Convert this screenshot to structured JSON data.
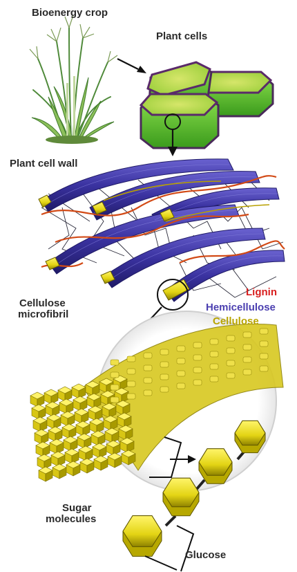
{
  "labels": {
    "bioenergy_crop": "Bioenergy crop",
    "plant_cells": "Plant cells",
    "plant_cell_wall": "Plant cell wall",
    "cellulose_microfibril_line1": "Cellulose",
    "cellulose_microfibril_line2": "microfibril",
    "lignin": "Lignin",
    "hemicellulose": "Hemicellulose",
    "cellulose": "Cellulose",
    "sugar_molecules_line1": "Sugar",
    "sugar_molecules_line2": "molecules",
    "glucose": "Glucose"
  },
  "colors": {
    "lignin": "#d81e1e",
    "hemicellulose": "#4b3fb0",
    "cellulose": "#b8a400",
    "cell_green": "#6fcf3a",
    "sugar_yellow": "#e8d81a"
  }
}
